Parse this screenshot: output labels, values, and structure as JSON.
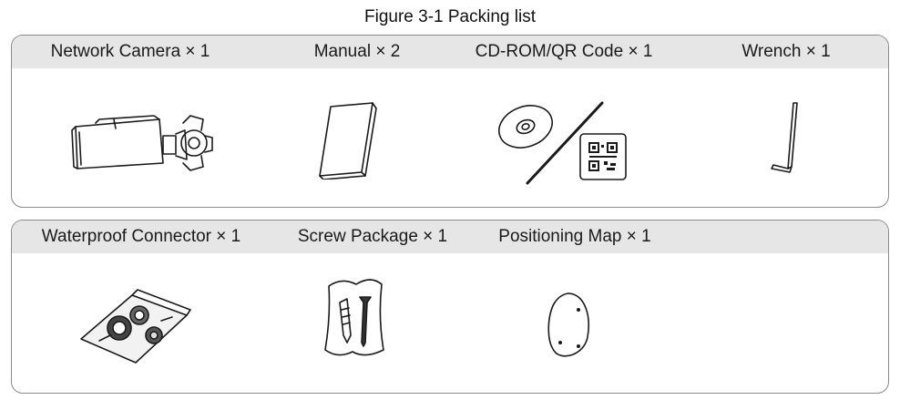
{
  "figure": {
    "caption": "Figure 3-1 Packing list"
  },
  "rows": [
    {
      "items": [
        {
          "label": "Network Camera × 1",
          "icon": "network-camera-icon"
        },
        {
          "label": "Manual × 2",
          "icon": "manual-icon"
        },
        {
          "label": "CD-ROM/QR Code × 1",
          "icon": "cd-rom-qr-code-icon"
        },
        {
          "label": "Wrench × 1",
          "icon": "wrench-icon"
        }
      ]
    },
    {
      "items": [
        {
          "label": "Waterproof Connector × 1",
          "icon": "waterproof-connector-icon"
        },
        {
          "label": "Screw Package × 1",
          "icon": "screw-package-icon"
        },
        {
          "label": "Positioning Map × 1",
          "icon": "positioning-map-icon"
        }
      ]
    }
  ]
}
